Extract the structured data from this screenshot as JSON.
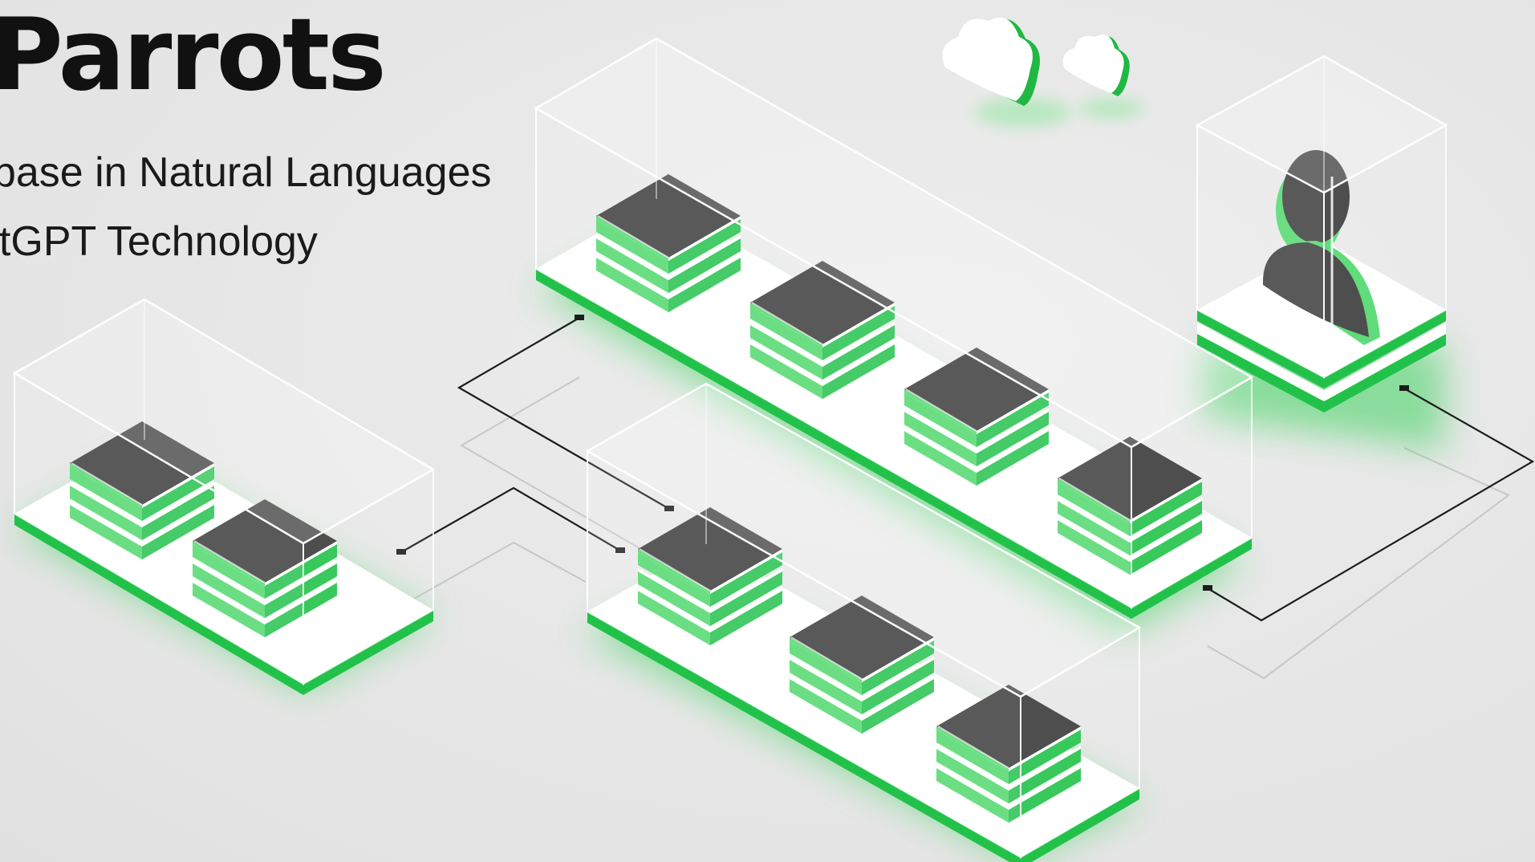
{
  "header": {
    "title": "Parrots",
    "subtitle_line1": "abase in Natural Languages",
    "subtitle_line2": "atGPT Technology"
  },
  "colors": {
    "background": "#e6e6e6",
    "accent_green": "#22c24a",
    "light_green": "#4fd86c",
    "dark_top": "#3a3a3a",
    "text": "#111111",
    "connector": "#1c1c1c"
  },
  "icons": [
    "database-stack-icon",
    "cloud-icon",
    "user-icon"
  ],
  "diagram": {
    "platforms": [
      {
        "name": "left-platform",
        "database_count": 2
      },
      {
        "name": "top-center-platform",
        "database_count": 4
      },
      {
        "name": "bottom-center-platform",
        "database_count": 3
      },
      {
        "name": "user-platform",
        "contains": "user-icon"
      }
    ],
    "clouds": 2,
    "connectors": 3
  }
}
